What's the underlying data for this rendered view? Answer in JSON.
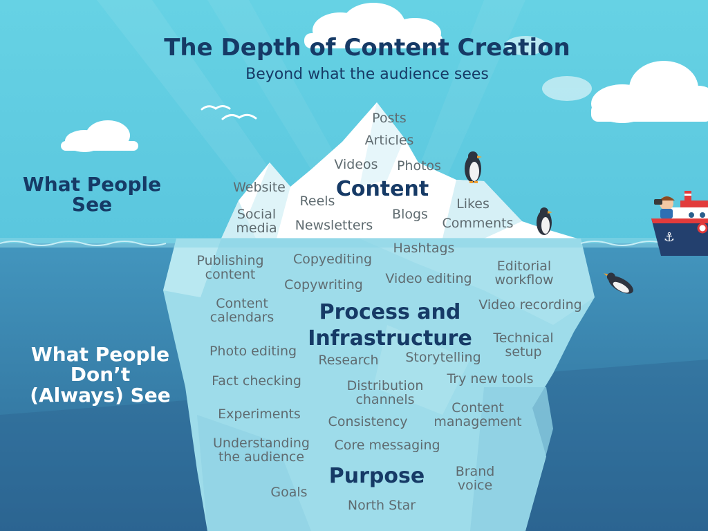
{
  "title": "The Depth of Content Creation",
  "subtitle": "Beyond what the audience sees",
  "sides": {
    "above": "What People\nSee",
    "below": "What People\nDon’t\n(Always) See"
  },
  "layers": {
    "content": {
      "heading": "Content",
      "items": {
        "posts": "Posts",
        "articles": "Articles",
        "videos": "Videos",
        "photos": "Photos",
        "website": "Website",
        "reels": "Reels",
        "social_media": "Social\nmedia",
        "newsletters": "Newsletters",
        "blogs": "Blogs",
        "likes": "Likes",
        "comments": "Comments"
      }
    },
    "process": {
      "heading": "Process and\nInfrastructure",
      "items": {
        "hashtags": "Hashtags",
        "publishing_content": "Publishing\ncontent",
        "copyediting": "Copyediting",
        "copywriting": "Copywriting",
        "video_editing": "Video editing",
        "editorial_workflow": "Editorial\nworkflow",
        "content_calendars": "Content\ncalendars",
        "video_recording": "Video recording",
        "technical_setup": "Technical\nsetup",
        "photo_editing": "Photo editing",
        "research": "Research",
        "storytelling": "Storytelling",
        "fact_checking": "Fact checking",
        "try_new_tools": "Try new tools",
        "distribution_channels": "Distribution\nchannels",
        "experiments": "Experiments",
        "consistency": "Consistency",
        "content_management": "Content\nmanagement"
      }
    },
    "purpose": {
      "heading": "Purpose",
      "items": {
        "understanding_audience": "Understanding\nthe audience",
        "core_messaging": "Core messaging",
        "brand_voice": "Brand\nvoice",
        "goals": "Goals",
        "north_star": "North Star"
      }
    }
  },
  "colors": {
    "sky": "#66cfe2",
    "sea": "#3f8cb3",
    "deep_sea": "#2f6e98",
    "ice_top": "#ffffff",
    "ice_underwater": "#9edcea",
    "heading_text": "#163a66",
    "item_text": "#5f6b70"
  }
}
